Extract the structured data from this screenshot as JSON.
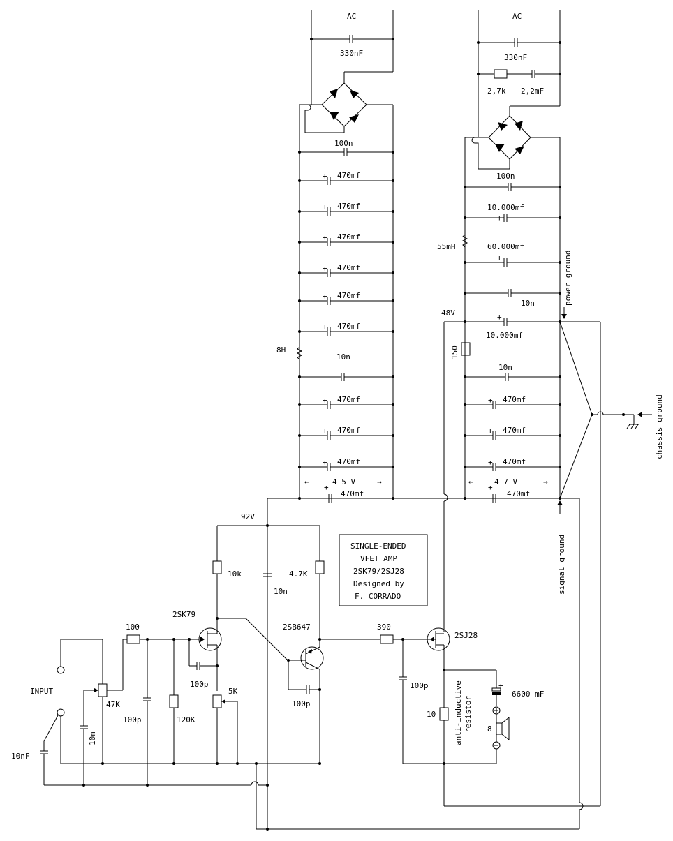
{
  "ac_left": "AC",
  "ac_right": "AC",
  "cap_330_left": "330nF",
  "cap_330_right": "330nF",
  "snub_r": "2,7k",
  "snub_c": "2,2mF",
  "c100n_left": "100n",
  "c100n_right": "100n",
  "c470": "470mf",
  "c10000": "10.000mf",
  "c60000": "60.000mf",
  "c10n": "10n",
  "l_8h": "8H",
  "l_55mh": "55mH",
  "v48": "48V",
  "r150": "150",
  "v45": "4 5 V",
  "v47": "4 7 V",
  "v92": "92V",
  "power_ground": "power ground",
  "chassis_ground": "chassis ground",
  "signal_ground": "signal ground",
  "title_box": {
    "line1": "SINGLE-ENDED",
    "line2": "VFET AMP",
    "line3": "2SK79/2SJ28",
    "line4": "Designed by",
    "line5": "F. CORRADO"
  },
  "r10k": "10k",
  "r4k7": "4.7K",
  "c10n_b": "10n",
  "q_2sk79": "2SK79",
  "q_2sb647": "2SB647",
  "q_2sj28": "2SJ28",
  "r100": "100",
  "r390": "390",
  "c100p": "100p",
  "p5k": "5K",
  "p47k": "47K",
  "r120k": "120K",
  "c10n_in": "10n",
  "c10nF": "10nF",
  "input": "INPUT",
  "c6600": "6600 mF",
  "r10": "10",
  "anti_ind_1": "anti-inductive",
  "anti_ind_2": "resistor",
  "spk8": "8",
  "plus": "+",
  "arrow_l": "←",
  "arrow_r": "→"
}
